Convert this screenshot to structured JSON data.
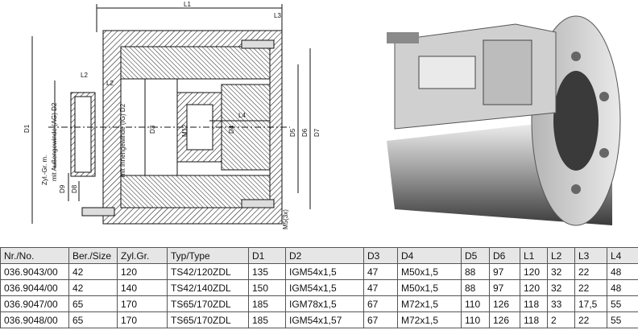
{
  "drawing": {
    "labels": {
      "L1": "L1",
      "L2a": "L2",
      "L2b": "L2",
      "L3": "L3",
      "L4": "L4",
      "D1": "D1",
      "D3": "D3",
      "D4": "D4",
      "D5": "D5",
      "D6": "D6",
      "D7": "D7",
      "D8": "D8",
      "D9": "D9",
      "M12": "M12",
      "M5": "M5(3x)",
      "zyl": "Zyl.-Gr. m.",
      "aussen": "mit Außengewinde (AG) D2",
      "innen": "mit Innengewinde (IG) D2"
    }
  },
  "table": {
    "headers": [
      "Nr./No.",
      "Ber./Size",
      "Zyl.Gr.",
      "Typ/Type",
      "D1",
      "D2",
      "D3",
      "D4",
      "D5",
      "D6",
      "L1",
      "L2",
      "L3",
      "L4"
    ],
    "rows": [
      [
        "036.9043/00",
        "42",
        "120",
        "TS42/120ZDL",
        "135",
        "IGM54x1,5",
        "47",
        "M50x1,5",
        "88",
        "97",
        "120",
        "32",
        "22",
        "48"
      ],
      [
        "036.9044/00",
        "42",
        "140",
        "TS42/140ZDL",
        "150",
        "IGM54x1,5",
        "47",
        "M50x1,5",
        "88",
        "97",
        "120",
        "32",
        "22",
        "48"
      ],
      [
        "036.9047/00",
        "65",
        "170",
        "TS65/170ZDL",
        "185",
        "IGM78x1,5",
        "67",
        "M72x1,5",
        "110",
        "126",
        "118",
        "33",
        "17,5",
        "55"
      ],
      [
        "036.9048/00",
        "65",
        "170",
        "TS65/170ZDL",
        "185",
        "IGM54x1,57",
        "67",
        "M72x1,5",
        "110",
        "126",
        "118",
        "2",
        "22",
        "55"
      ]
    ]
  }
}
